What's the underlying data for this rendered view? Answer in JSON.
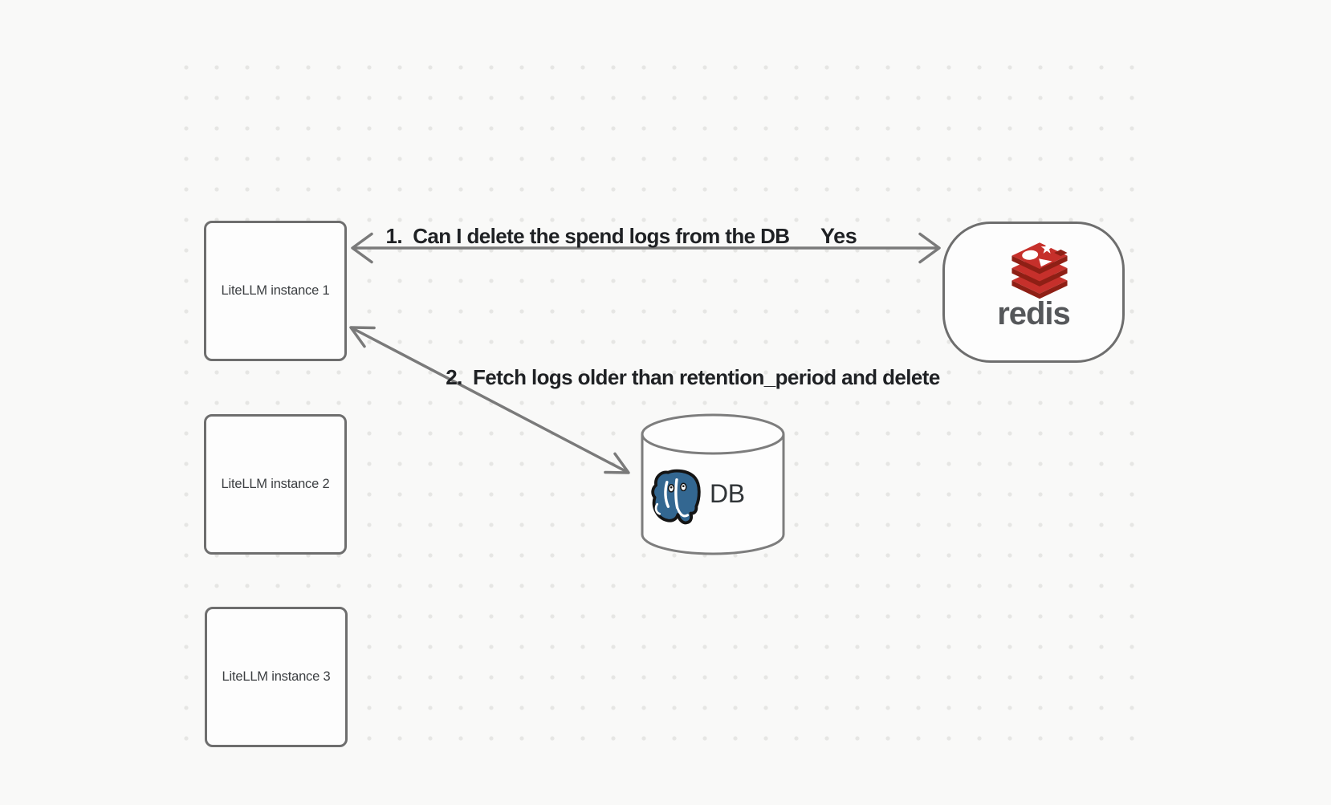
{
  "diagram": {
    "background_color": "#f9f9f8",
    "dot_color": "#e6e6e4",
    "nodes": {
      "instance1": {
        "label": "LiteLLM instance 1"
      },
      "instance2": {
        "label": "LiteLLM instance 2"
      },
      "instance3": {
        "label": "LiteLLM instance 3"
      },
      "redis": {
        "wordmark": "redis",
        "icon": "redis-stack-icon"
      },
      "db": {
        "label": "DB",
        "icon": "postgresql-elephant-icon"
      }
    },
    "edges": {
      "redis_query": {
        "label": "1.  Can I delete the spend logs from the DB",
        "reply": "Yes"
      },
      "db_fetch": {
        "label": "2.  Fetch logs older than retention_period and delete"
      }
    },
    "colors": {
      "node_border": "#6e6e6e",
      "arrow": "#7a7a7a",
      "edge_label_text": "#1f2124",
      "node_label_text": "#3c3f42",
      "redis_red": "#c6302b",
      "redis_red_dark": "#8e1f15",
      "redis_wordmark_gray": "#55575a",
      "postgres_blue": "#336791",
      "cylinder_stroke": "#7d7d7d"
    }
  }
}
